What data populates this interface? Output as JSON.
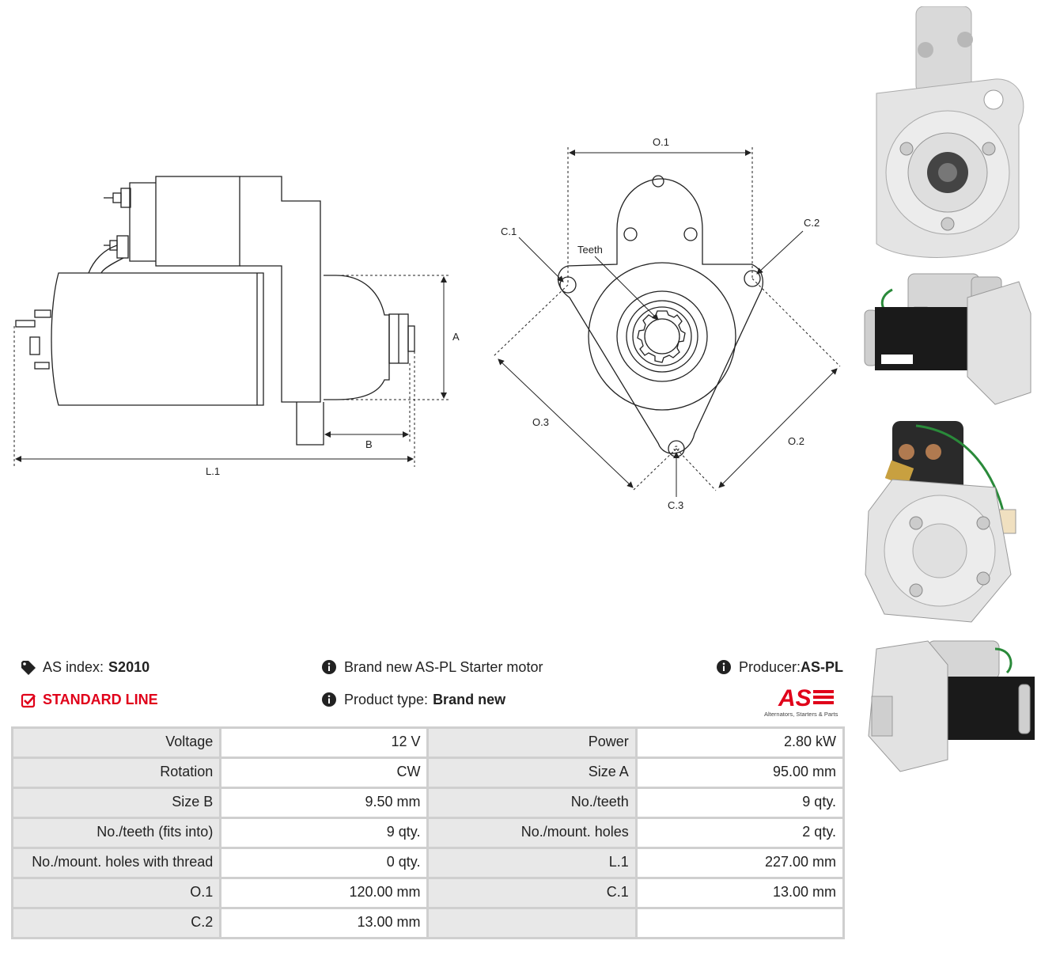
{
  "drawing": {
    "side_labels": {
      "a": "A",
      "b": "B",
      "l1": "L.1"
    },
    "front_labels": {
      "o1": "O.1",
      "o2": "O.2",
      "o3": "O.3",
      "c1": "C.1",
      "c2": "C.2",
      "c3": "C.3",
      "teeth": "Teeth"
    }
  },
  "info": {
    "index_label": "AS index:",
    "index_value": "S2010",
    "line_label": "STANDARD LINE",
    "brand_text": "Brand new AS-PL Starter motor",
    "product_type_label": "Product type:",
    "product_type_value": "Brand new",
    "producer_label": "Producer:",
    "producer_value": "AS-PL"
  },
  "logo": {
    "mark": "AS",
    "tagline": "Alternators, Starters & Parts"
  },
  "specs": {
    "rows": [
      {
        "l1": "Voltage",
        "v1": "12 V",
        "l2": "Power",
        "v2": "2.80 kW"
      },
      {
        "l1": "Rotation",
        "v1": "CW",
        "l2": "Size A",
        "v2": "95.00 mm"
      },
      {
        "l1": "Size B",
        "v1": "9.50 mm",
        "l2": "No./teeth",
        "v2": "9 qty."
      },
      {
        "l1": "No./teeth (fits into)",
        "v1": "9 qty.",
        "l2": "No./mount. holes",
        "v2": "2 qty."
      },
      {
        "l1": "No./mount. holes with thread",
        "v1": "0 qty.",
        "l2": "L.1",
        "v2": "227.00 mm"
      },
      {
        "l1": "O.1",
        "v1": "120.00 mm",
        "l2": "C.1",
        "v2": "13.00 mm"
      },
      {
        "l1": "C.2",
        "v1": "13.00 mm",
        "l2": "",
        "v2": ""
      }
    ]
  },
  "colors": {
    "accent": "#e0001a",
    "label_bg": "#e8e8e8",
    "border": "#cfcfcf"
  },
  "icons": [
    "tag-icon",
    "check-square-icon",
    "info-icon"
  ]
}
